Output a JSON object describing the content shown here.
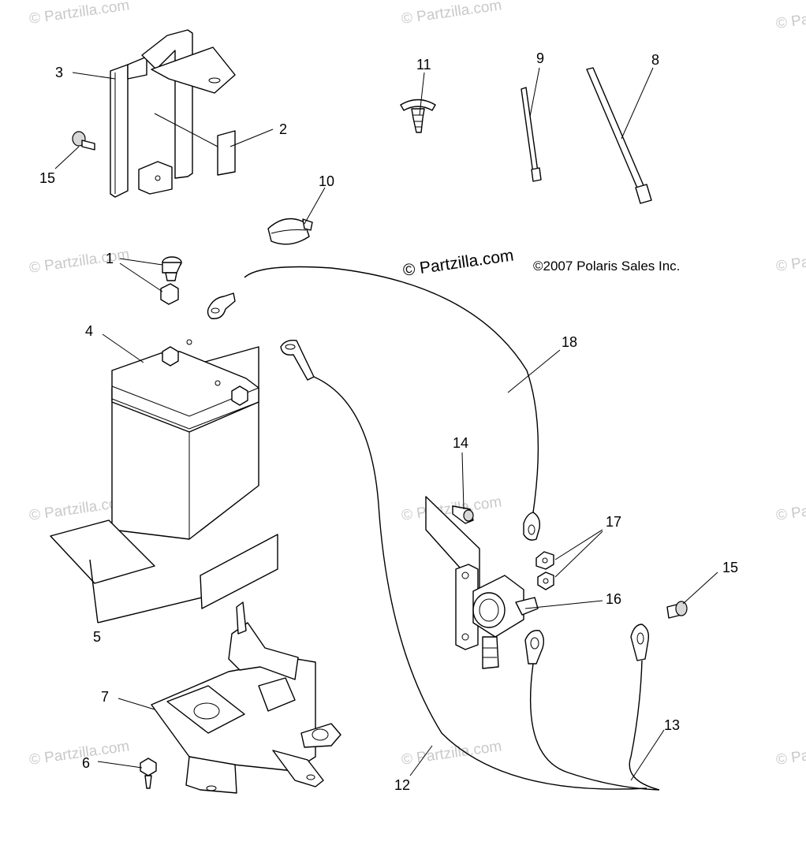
{
  "watermark": "© Partzilla.com",
  "brand_mark": "© Partzilla.com",
  "copyright": "©2007 Polaris Sales Inc.",
  "callouts": {
    "c1": "1",
    "c2": "2",
    "c3": "3",
    "c4": "4",
    "c5": "5",
    "c6": "6",
    "c7": "7",
    "c8": "8",
    "c9": "9",
    "c10": "10",
    "c11": "11",
    "c12": "12",
    "c13": "13",
    "c14": "14",
    "c15a": "15",
    "c15b": "15",
    "c16": "16",
    "c17": "17",
    "c18": "18"
  }
}
